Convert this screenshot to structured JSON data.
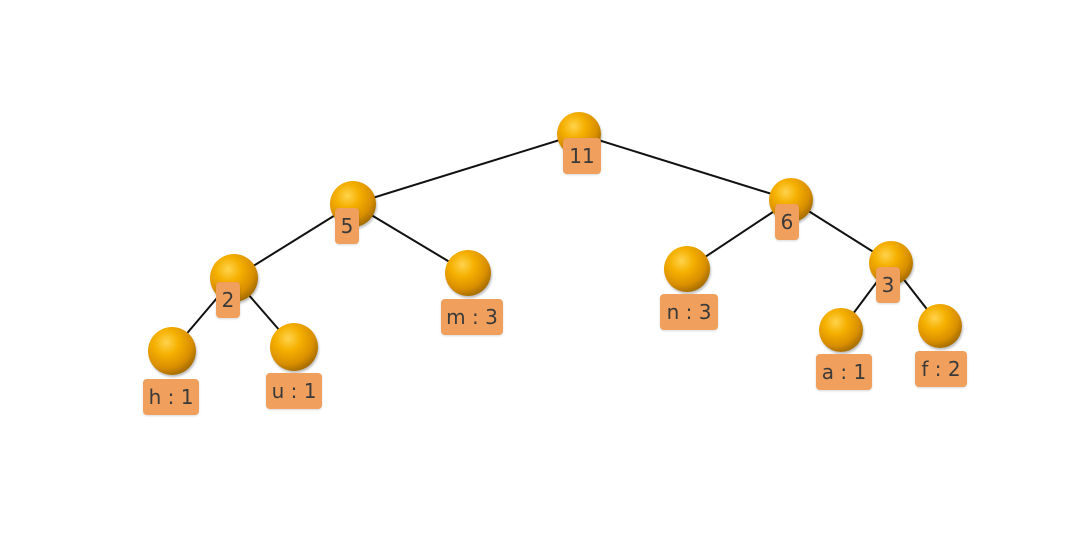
{
  "nodes": [
    {
      "id": "n11",
      "label": "11"
    },
    {
      "id": "n5",
      "label": "5"
    },
    {
      "id": "n6",
      "label": "6"
    },
    {
      "id": "n2",
      "label": "2"
    },
    {
      "id": "nm",
      "label": "m : 3"
    },
    {
      "id": "nn",
      "label": "n : 3"
    },
    {
      "id": "n3",
      "label": "3"
    },
    {
      "id": "nh",
      "label": "h : 1"
    },
    {
      "id": "nu",
      "label": "u : 1"
    },
    {
      "id": "na",
      "label": "a : 1"
    },
    {
      "id": "nf",
      "label": "f : 2"
    }
  ],
  "edges": [
    [
      "n11",
      "n5"
    ],
    [
      "n11",
      "n6"
    ],
    [
      "n5",
      "n2"
    ],
    [
      "n5",
      "nm"
    ],
    [
      "n6",
      "nn"
    ],
    [
      "n6",
      "n3"
    ],
    [
      "n2",
      "nh"
    ],
    [
      "n2",
      "nu"
    ],
    [
      "n3",
      "na"
    ],
    [
      "n3",
      "nf"
    ]
  ],
  "colors": {
    "node": "#f5b000",
    "label_bg": "#f0a05c",
    "edge": "#111111"
  }
}
